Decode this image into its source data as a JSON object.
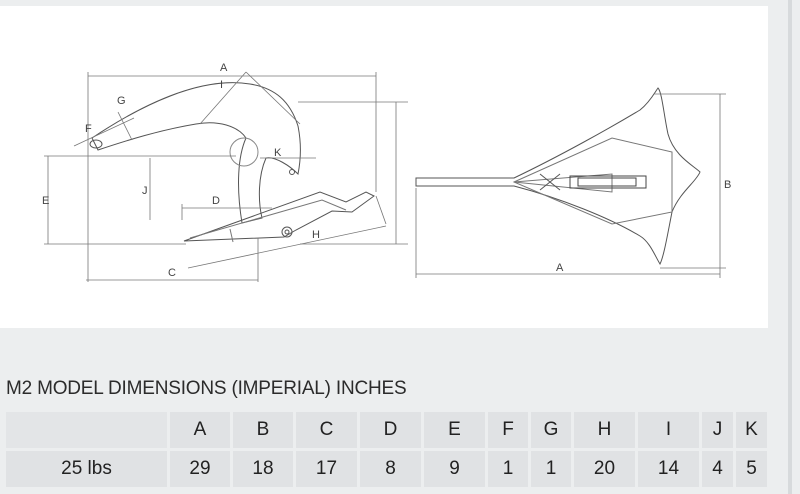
{
  "drawing": {
    "side_view_labels": {
      "A": "A",
      "C": "C",
      "D": "D",
      "E": "E",
      "F": "F",
      "G": "G",
      "H": "H",
      "I": "I",
      "J": "J",
      "K": "K"
    },
    "top_view_labels": {
      "A": "A",
      "B": "B"
    }
  },
  "table": {
    "title": "M2 MODEL DIMENSIONS (IMPERIAL) INCHES",
    "headers": [
      "",
      "A",
      "B",
      "C",
      "D",
      "E",
      "F",
      "G",
      "H",
      "I",
      "J",
      "K"
    ],
    "rows": [
      [
        "25 lbs",
        "29",
        "18",
        "17",
        "8",
        "9",
        "1",
        "1",
        "20",
        "14",
        "4",
        "5"
      ]
    ]
  }
}
